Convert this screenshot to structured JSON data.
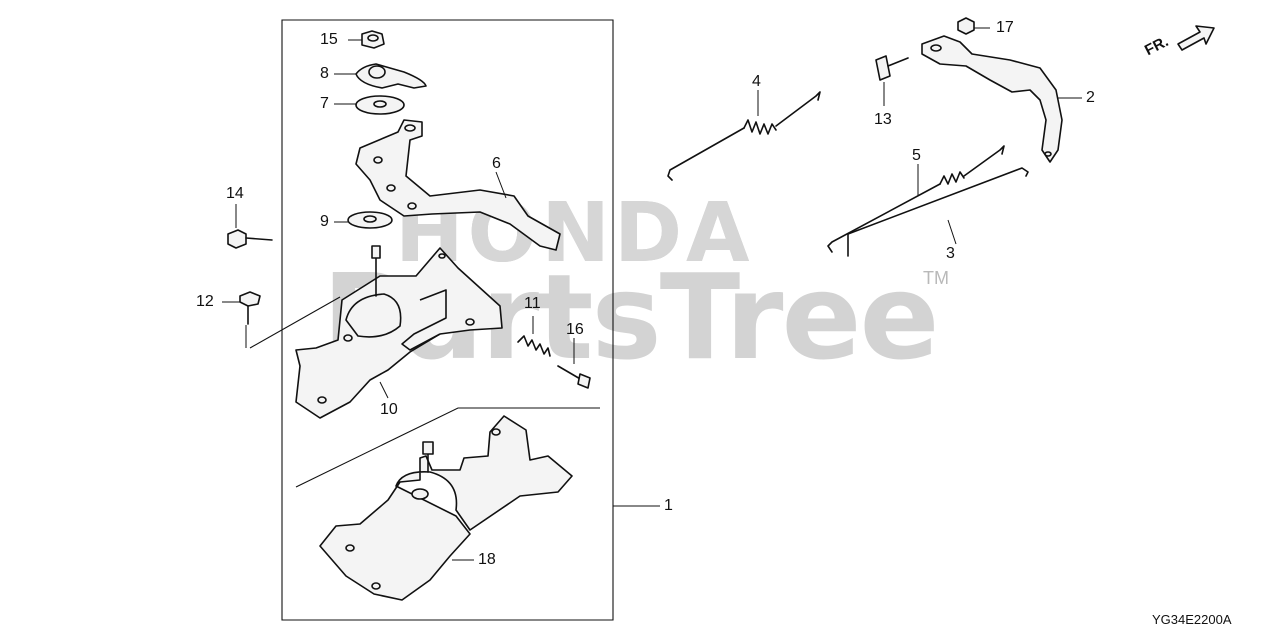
{
  "diagram": {
    "code": "YG34E2200A",
    "watermark": {
      "brand": "HONDA",
      "main": "PartsTree",
      "tm": "TM"
    },
    "front_marker": "FR.",
    "callouts": [
      {
        "id": "c1",
        "text": "1"
      },
      {
        "id": "c2",
        "text": "2"
      },
      {
        "id": "c3",
        "text": "3"
      },
      {
        "id": "c4",
        "text": "4"
      },
      {
        "id": "c5",
        "text": "5"
      },
      {
        "id": "c6",
        "text": "6"
      },
      {
        "id": "c7",
        "text": "7"
      },
      {
        "id": "c8",
        "text": "8"
      },
      {
        "id": "c9",
        "text": "9"
      },
      {
        "id": "c10",
        "text": "10"
      },
      {
        "id": "c11",
        "text": "11"
      },
      {
        "id": "c12",
        "text": "12"
      },
      {
        "id": "c13",
        "text": "13"
      },
      {
        "id": "c14",
        "text": "14"
      },
      {
        "id": "c15",
        "text": "15"
      },
      {
        "id": "c16",
        "text": "16"
      },
      {
        "id": "c17",
        "text": "17"
      },
      {
        "id": "c18",
        "text": "18"
      }
    ]
  }
}
